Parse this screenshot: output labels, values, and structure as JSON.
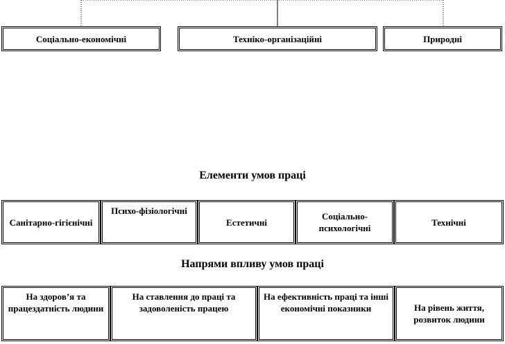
{
  "factors": [
    "Соціально-економічні",
    "Техніко-організаційні",
    "Природні"
  ],
  "elements_title": "Елементи умов праці",
  "elements": [
    "Санітарно-гігієнічні",
    "Психо-фізіологічні",
    "Естетичні",
    "Соціально-психологічні",
    "Технічні"
  ],
  "directions_title": "Напрями впливу умов праці",
  "directions": [
    "На здоров’я та працездатність людини",
    "На ставлення до праці та задоволеність працею",
    "На ефективність праці та інші економічні показники",
    "На рівень життя, розвиток людини"
  ]
}
